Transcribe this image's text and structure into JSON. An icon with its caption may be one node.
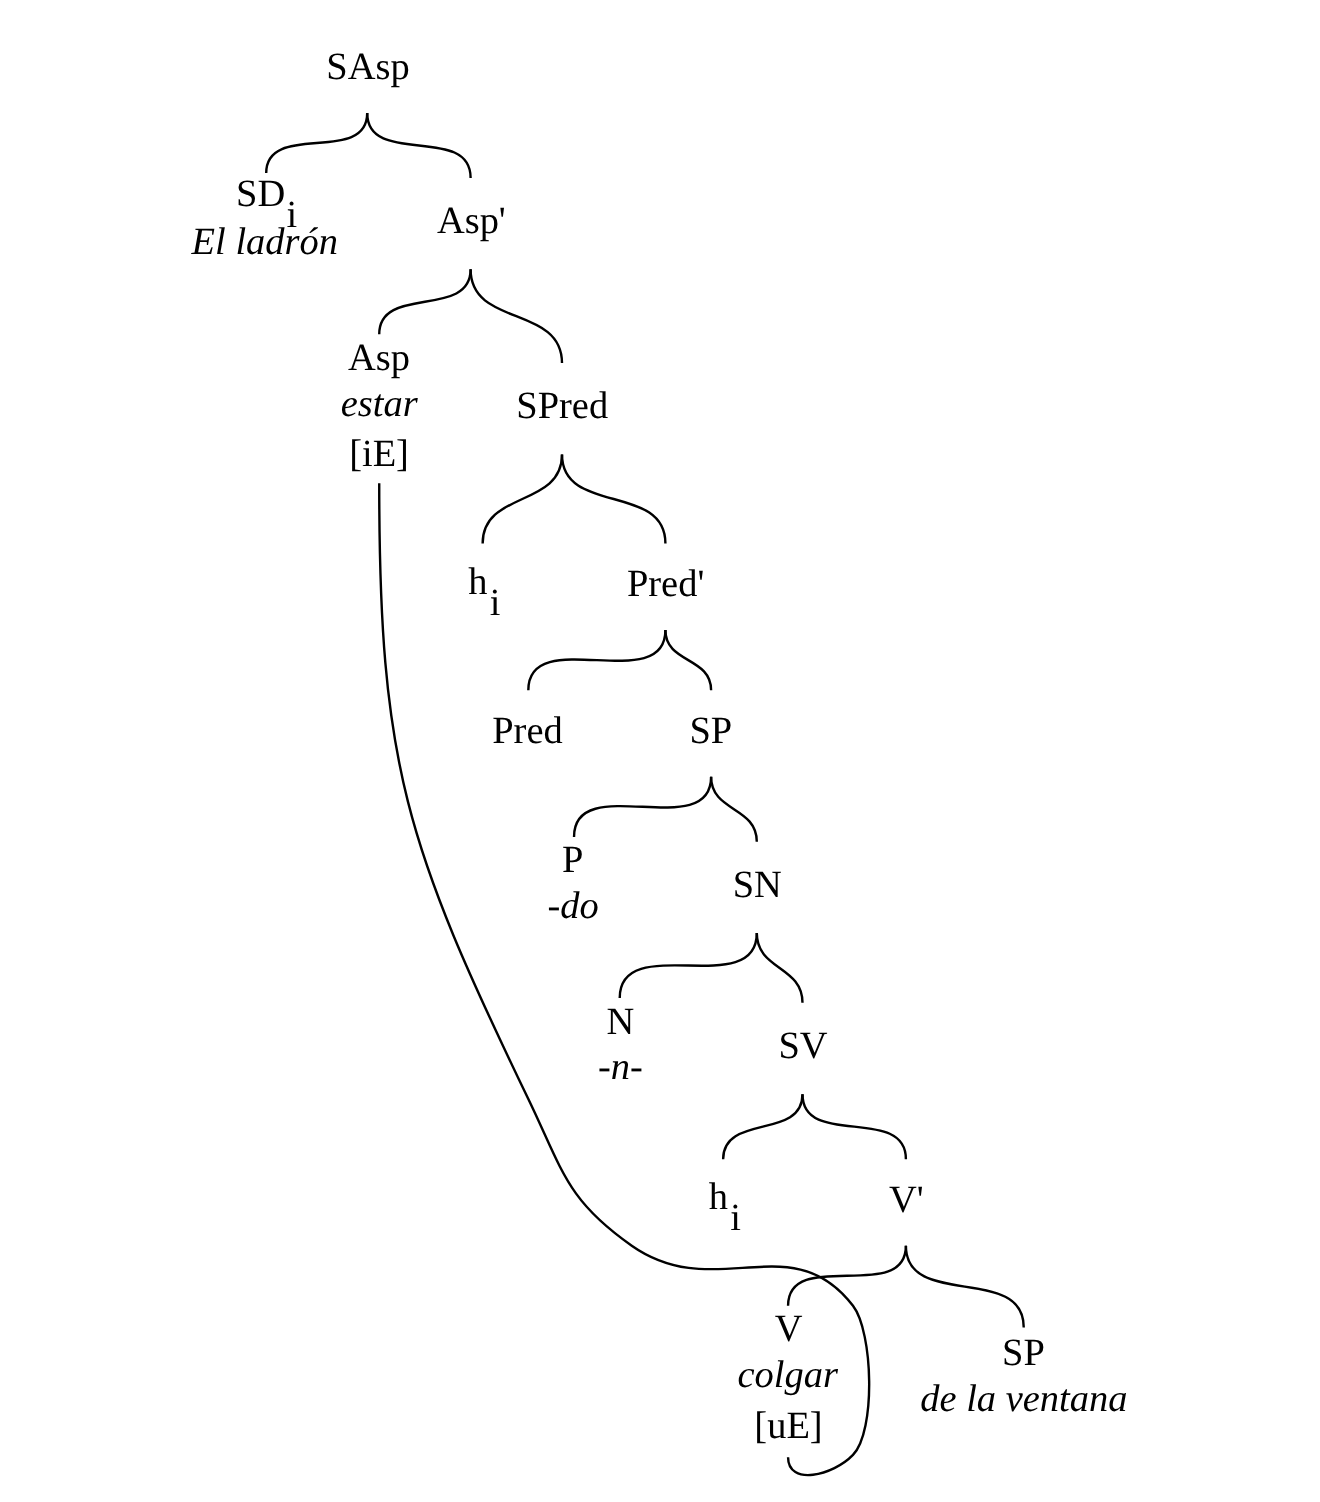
{
  "diagram": {
    "nodes": [
      {
        "text": [
          "SAsp"
        ]
      },
      {
        "text": [
          "SD$_{i}$",
          "El ladrón"
        ]
      },
      {
        "text": [
          "Asp'"
        ]
      },
      {
        "text": [
          "Asp",
          "estar",
          "[iE]"
        ]
      },
      {
        "text": [
          "SPred"
        ]
      },
      {
        "text": [
          "h$_{i}$"
        ]
      },
      {
        "text": [
          "Pred'"
        ]
      },
      {
        "text": [
          "Pred"
        ]
      },
      {
        "text": [
          "SP"
        ]
      },
      {
        "text": [
          "P",
          "-do"
        ]
      },
      {
        "text": [
          "SN"
        ]
      },
      {
        "text": [
          "N",
          "-n-"
        ]
      },
      {
        "text": [
          "SV"
        ]
      },
      {
        "text": [
          "h$_{i}$"
        ]
      },
      {
        "text": [
          "V'"
        ]
      },
      {
        "text": [
          "V",
          "colgar",
          "[uE]"
        ]
      },
      {
        "text": [
          "SP",
          "de la ventana"
        ]
      }
    ],
    "edges": [
      {
        "from": 0,
        "to": 1,
        "arrow": "none"
      },
      {
        "from": 0,
        "to": 2,
        "arrow": "none"
      },
      {
        "from": 2,
        "to": 3,
        "arrow": "none"
      },
      {
        "from": 2,
        "to": 4,
        "arrow": "none"
      },
      {
        "from": 4,
        "to": 5,
        "arrow": "none"
      },
      {
        "from": 4,
        "to": 6,
        "arrow": "none"
      },
      {
        "from": 6,
        "to": 7,
        "arrow": "none"
      },
      {
        "from": 6,
        "to": 8,
        "arrow": "none"
      },
      {
        "from": 8,
        "to": 9,
        "arrow": "none"
      },
      {
        "from": 8,
        "to": 10,
        "arrow": "none"
      },
      {
        "from": 10,
        "to": 11,
        "arrow": "none"
      },
      {
        "from": 10,
        "to": 12,
        "arrow": "none"
      },
      {
        "from": 12,
        "to": 13,
        "arrow": "none"
      },
      {
        "from": 12,
        "to": 14,
        "arrow": "none"
      },
      {
        "from": 14,
        "to": 15,
        "arrow": "none"
      },
      {
        "from": 14,
        "to": 16,
        "arrow": "none"
      },
      {
        "from": 3,
        "to": 15,
        "arrow": "none"
      }
    ]
  }
}
